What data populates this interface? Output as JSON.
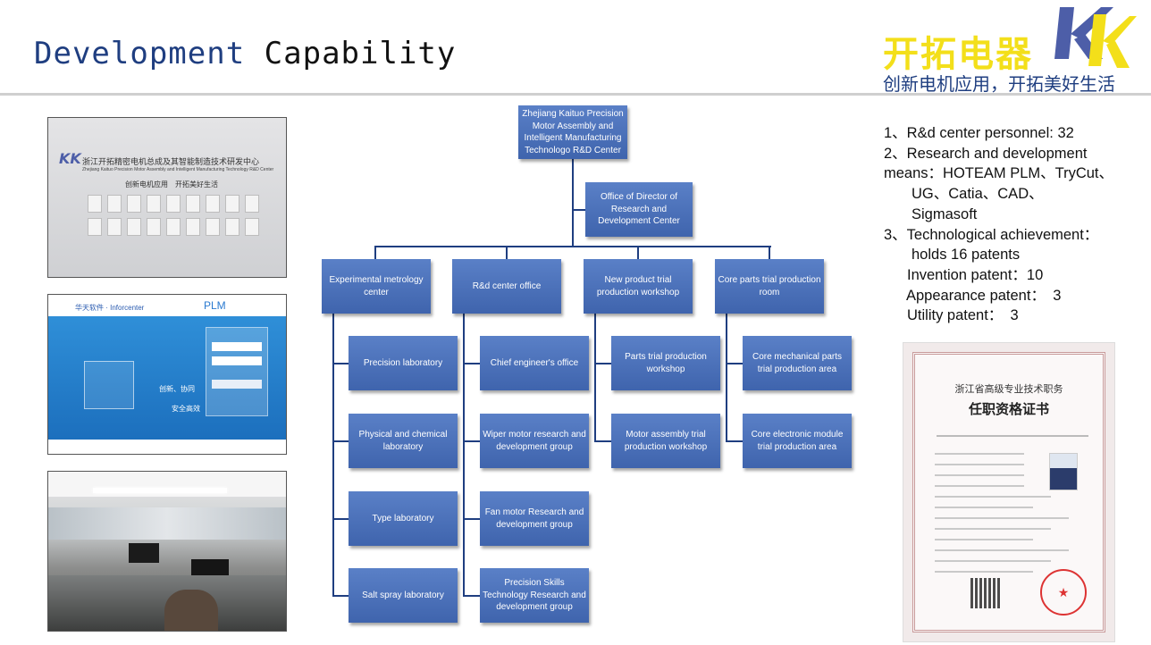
{
  "header": {
    "title_part1": "Development",
    "title_part2": "Capability"
  },
  "logo": {
    "chinese_name": "开拓电器",
    "mark": "KK",
    "slogan": "创新电机应用，开拓美好生活"
  },
  "photos": {
    "wall": {
      "chinese": "浙江开拓精密电机总成及其智能制造技术研发中心",
      "english": "Zhejiang Kaituo Precision Motor Assembly and Intelligent Manufacturing Technology R&D Center",
      "slogan": "创新电机应用　开拓美好生活"
    },
    "plm": {
      "brand": "华天软件 · Inforcenter",
      "product": "PLM",
      "tagline1": "创新、协同",
      "tagline2": "安全高效"
    }
  },
  "org_chart": {
    "root": "Zhejiang Kaituo Precision Motor Assembly and Intelligent Manufacturing Technologo R&D Center",
    "director": "Office of Director of Research and Development Center",
    "departments": [
      {
        "name": "Experimental metrology center",
        "children": [
          "Precision laboratory",
          "Physical and chemical laboratory",
          "Type laboratory",
          "Salt spray laboratory"
        ]
      },
      {
        "name": "R&d center office",
        "children": [
          "Chief engineer's office",
          "Wiper motor research and development group",
          "Fan motor Research and development group",
          "Precision Skills Technology Research and development group"
        ]
      },
      {
        "name": "New product trial production workshop",
        "children": [
          "Parts trial production workshop",
          "Motor assembly trial production workshop"
        ]
      },
      {
        "name": "Core parts trial production room",
        "children": [
          "Core mechanical parts trial production area",
          "Core electronic module trial production area"
        ]
      }
    ]
  },
  "info": {
    "lines": [
      "1、R&d center personnel: 32",
      "2、Research and development",
      "means：HOTEAM PLM、TryCut、",
      "UG、Catia、CAD、",
      "Sigmasoft",
      "3、Technological achievement：",
      "holds 16 patents",
      "Invention patent：10",
      "Appearance patent：　3",
      "Utility patent：　3"
    ]
  },
  "certificate": {
    "title_small": "浙江省高级专业技术职务",
    "title_large": "任职资格证书"
  },
  "colors": {
    "title_blue": "#1f3e80",
    "node_blue": "#4a70b8",
    "logo_yellow": "#f3df1a"
  }
}
